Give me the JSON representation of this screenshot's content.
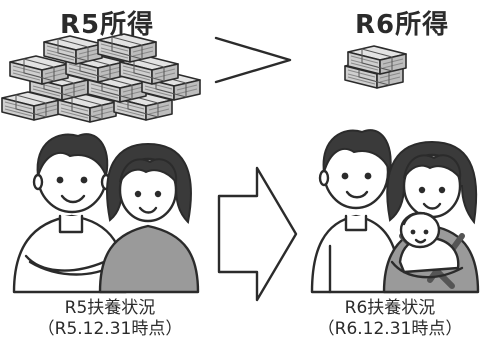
{
  "left": {
    "heading": "R5所得",
    "caption_line1": "R5扶養状況",
    "caption_line2": "（R5.12.31時点）"
  },
  "right": {
    "heading": "R6所得",
    "caption_line1": "R6扶養状況",
    "caption_line2": "（R6.12.31時点）"
  },
  "comparison": {
    "symbol": "greater-than"
  },
  "icons": {
    "large_money": "money-pile-icon",
    "small_money": "money-stack-icon",
    "left_family": "couple-icon",
    "right_family": "family-with-baby-icon",
    "transition": "right-arrow-icon"
  }
}
